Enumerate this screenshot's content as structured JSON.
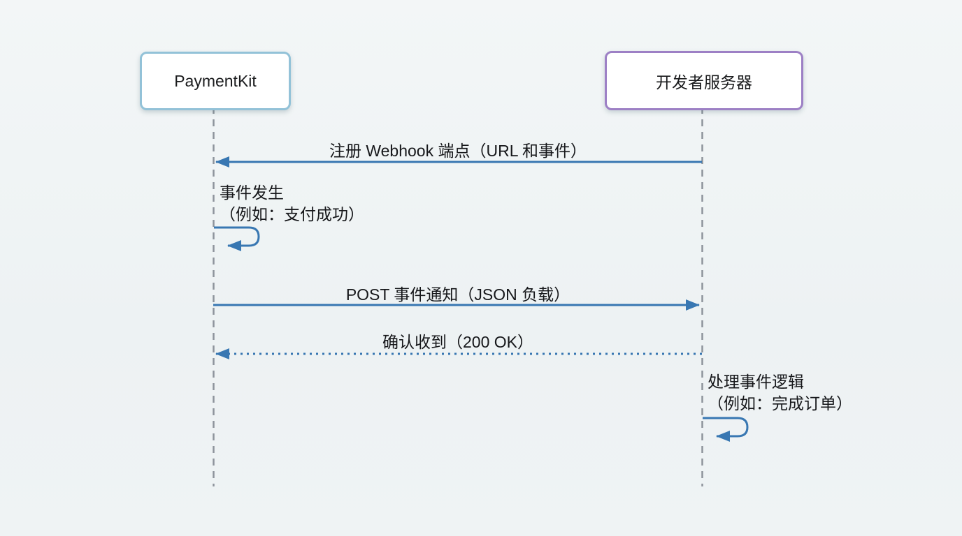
{
  "diagram": {
    "type": "sequence",
    "colors": {
      "background": "#eef3f4",
      "arrow": "#3877b2",
      "lifeline": "#8d939b",
      "text": "#16171a",
      "actor_fill": "#ffffff",
      "actor_border_paymentkit": "#93c2d8",
      "actor_border_server": "#9d80c5"
    },
    "actors": [
      {
        "id": "paymentkit",
        "label": "PaymentKit"
      },
      {
        "id": "developer-server",
        "label": "开发者服务器"
      }
    ],
    "messages": [
      {
        "from": "developer-server",
        "to": "paymentkit",
        "style": "solid",
        "label": "注册 Webhook 端点（URL 和事件）"
      },
      {
        "from": "paymentkit",
        "to": "paymentkit",
        "style": "self",
        "label": "事件发生",
        "label2": "（例如：支付成功）"
      },
      {
        "from": "paymentkit",
        "to": "developer-server",
        "style": "solid",
        "label": "POST 事件通知（JSON 负载）"
      },
      {
        "from": "developer-server",
        "to": "paymentkit",
        "style": "dotted",
        "label": "确认收到（200 OK）"
      },
      {
        "from": "developer-server",
        "to": "developer-server",
        "style": "self",
        "label": "处理事件逻辑",
        "label2": "（例如：完成订单）"
      }
    ]
  }
}
